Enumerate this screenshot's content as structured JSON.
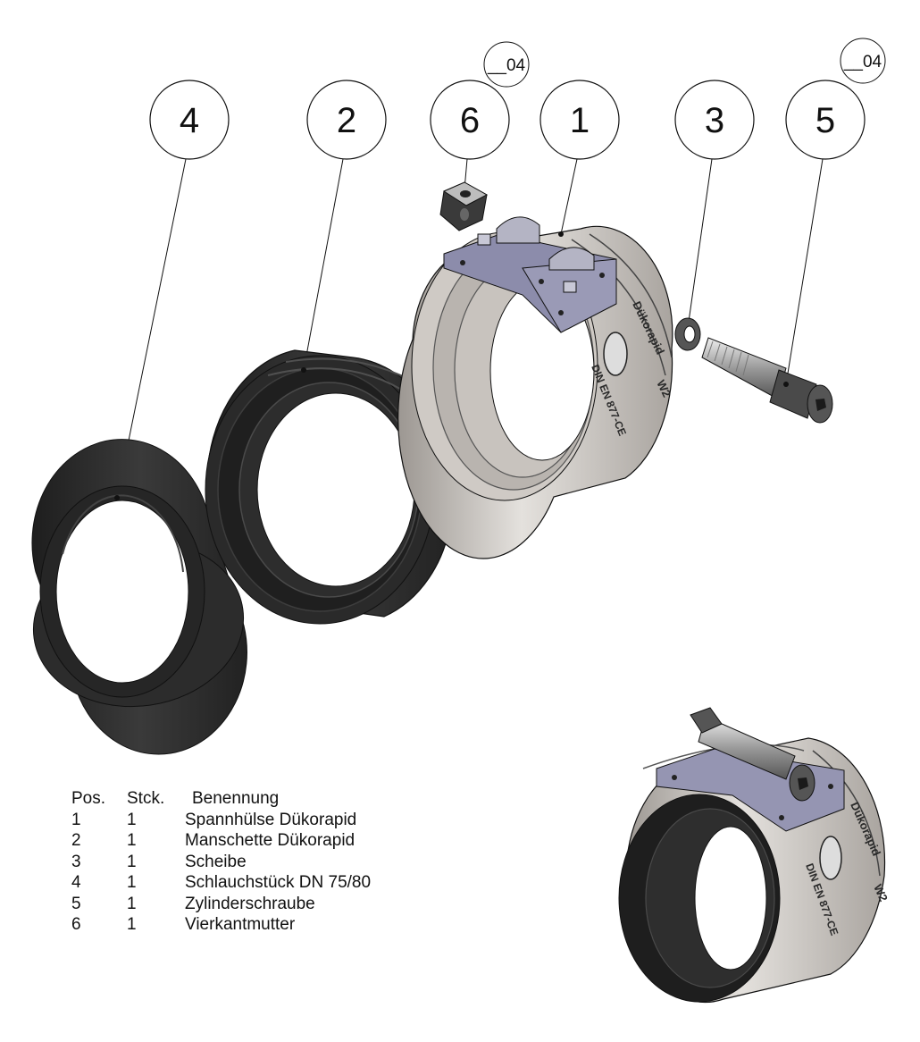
{
  "balloons": [
    {
      "pos": "4"
    },
    {
      "pos": "2"
    },
    {
      "pos": "6",
      "revision": "__04"
    },
    {
      "pos": "1"
    },
    {
      "pos": "3"
    },
    {
      "pos": "5",
      "revision": "__04"
    }
  ],
  "part_markings": {
    "brand": "Dükorapid",
    "suffix": "W2",
    "standard": "DIN EN 877-CE"
  },
  "parts_list": {
    "headers": {
      "pos": "Pos.",
      "qty": "Stck.",
      "name": "Benennung"
    },
    "rows": [
      {
        "pos": "1",
        "qty": "1",
        "name": "Spannhülse Dükorapid"
      },
      {
        "pos": "2",
        "qty": "1",
        "name": "Manschette Dükorapid"
      },
      {
        "pos": "3",
        "qty": "1",
        "name": "Scheibe"
      },
      {
        "pos": "4",
        "qty": "1",
        "name": "Schlauchstück DN 75/80"
      },
      {
        "pos": "5",
        "qty": "1",
        "name": "Zylinderschraube"
      },
      {
        "pos": "6",
        "qty": "1",
        "name": "Vierkantmutter"
      }
    ]
  },
  "colors": {
    "rubber": "#2b2b2b",
    "steel": "#cfcbc6",
    "steel_dark": "#8f8a85",
    "line": "#111111"
  }
}
